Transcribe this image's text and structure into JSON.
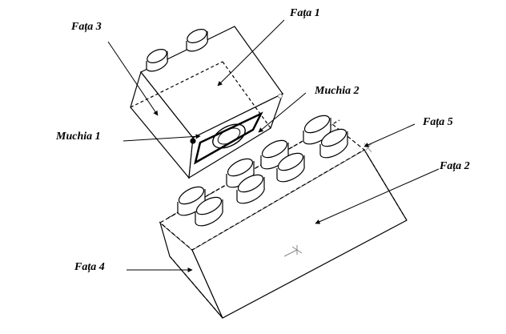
{
  "labels": {
    "fata1": "Fața 1",
    "fata2": "Fața 2",
    "fata3": "Fața 3",
    "fata4": "Fața 4",
    "fata5": "Fața 5",
    "muchia1": "Muchia 1",
    "muchia2": "Muchia 2"
  },
  "colors": {
    "stroke": "#000000",
    "accent": "#c0c0c0"
  }
}
